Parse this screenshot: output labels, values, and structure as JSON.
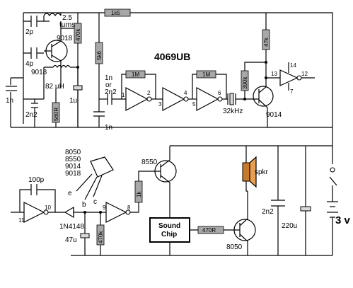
{
  "ic_title": "4069UB",
  "top": {
    "cap_2p": "2p",
    "cap_4p": "4p",
    "cap_1n_left": "1n",
    "cap_2n2": "2n2",
    "cap_1u": "1u",
    "cap_1n_mid": "1n",
    "cap_or": "or",
    "cap_2n2_mid": "2n2",
    "cap_1n_bottom": "1n",
    "coil_turns": "2.5",
    "coil_turns_word": "turns",
    "inductor": "82 µH",
    "trans_upper": "9018",
    "trans_lower": "9018",
    "res_1k5": "1k5",
    "res_470k": "470k",
    "res_5k6": "5k6",
    "res_560r": "560R",
    "res_1m_a": "1M",
    "res_1m_b": "1M",
    "res_47k": "47k",
    "res_390k": "390k",
    "crystal": "32kHz",
    "trans_9014": "9014"
  },
  "top_pins": [
    "1",
    "2",
    "3",
    "4",
    "5",
    "6",
    "13",
    "14",
    "12",
    "7"
  ],
  "bottom": {
    "pkg_list": [
      "8050",
      "8550",
      "9014",
      "9018"
    ],
    "pkg_e": "e",
    "pkg_b": "b",
    "pkg_c": "c",
    "cap_100p": "100p",
    "diode": "1N4148",
    "cap_47u": "47u",
    "res_470k": "470k",
    "res_1k": "1k",
    "trans_8550": "8550",
    "chip_line1": "Sound",
    "chip_line2": "Chip",
    "res_470r": "470R",
    "trans_8050": "8050",
    "speaker": "spkr",
    "cap_2n2": "2n2",
    "cap_220u": "220u",
    "battery": "3 v"
  },
  "bottom_pins": [
    "11",
    "10",
    "9",
    "8"
  ]
}
